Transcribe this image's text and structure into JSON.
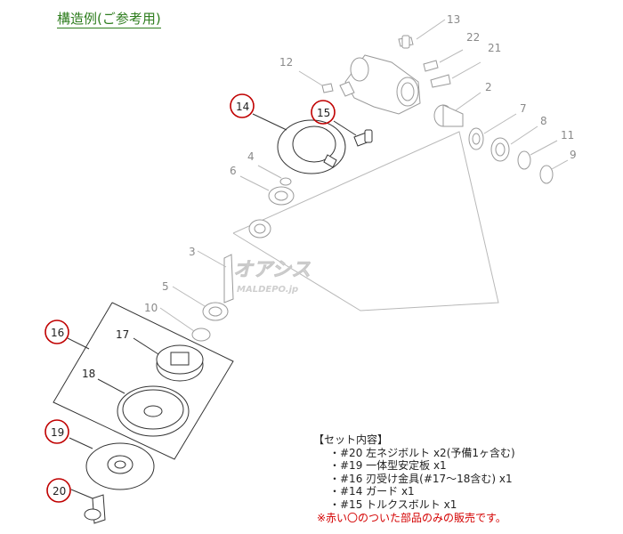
{
  "heading": "構造例(ご参考用)",
  "callouts": {
    "c2": "2",
    "c3": "3",
    "c4": "4",
    "c5": "5",
    "c6": "6",
    "c7": "7",
    "c8": "8",
    "c9": "9",
    "c10": "10",
    "c11": "11",
    "c12": "12",
    "c13": "13",
    "c14": "14",
    "c15": "15",
    "c16": "16",
    "c17": "17",
    "c18": "18",
    "c19": "19",
    "c20": "20",
    "c21": "21",
    "c22": "22"
  },
  "watermark": {
    "logo": "オアシス",
    "site": "MALDEPO.jp"
  },
  "set_contents": {
    "title": "【セット内容】",
    "items": [
      "・#20 左ネジボルト x2(予備1ヶ含む)",
      "・#19 一体型安定板 x1",
      "・#16 刃受け金具(#17〜18含む) x1",
      "・#14 ガード x1",
      "・#15 トルクスボルト x1"
    ],
    "note": "※赤い〇のついた部品のみの販売です。"
  },
  "colors": {
    "highlight": "#c00000",
    "heading": "#2e7d1e",
    "note": "#d40000"
  }
}
